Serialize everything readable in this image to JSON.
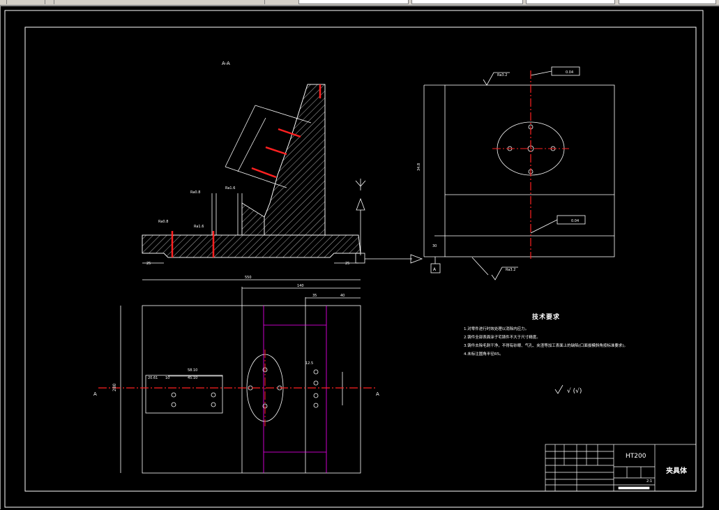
{
  "toolbar": {
    "fields": 6
  },
  "section_label": "A-A",
  "view_labels": {
    "left_a": "A",
    "right_a": "A",
    "datum": "A",
    "y_axis": "Y"
  },
  "dimensions": {
    "overall_width": "550",
    "width_140": "140",
    "dim_35": "35",
    "dim_40": "40",
    "dim_25_left": "25",
    "dim_25_right": "25",
    "dim_30": "30",
    "hole_58": "58.10",
    "hole_45": "45.10",
    "hole_21": "20.61",
    "dim_10": "10",
    "dim_12": "12.5",
    "height_left": "280",
    "height_right": "34.8",
    "ra_top": "Ra3.2",
    "ra_bottom": "Ra3.2",
    "ra_16": "Ra1.6",
    "ra_08": "Ra0.8",
    "parallel_1": "0.04",
    "parallel_2": "0.04"
  },
  "tech_req": {
    "title": "技术要求",
    "lines": [
      "1.对零件进行时效处理以消除内应力。",
      "2.铸件全部表面涂子宅铸件不大于尺寸精度。",
      "3.铸件去除毛刺干净，不得有砂眼、气孔、夹渣等加工表面上的缺陷(口面拔模斜角按标准要求)。",
      "4.未标注圆角半径R5。"
    ],
    "roughness_note": "√ (√)"
  },
  "title_block": {
    "material": "HT200",
    "part_name": "夹具体",
    "scale": "2:1"
  },
  "colors": {
    "drawing": "#ffffff",
    "centerline": "#ff2020",
    "magenta": "#ff00ff",
    "background": "#000000"
  }
}
